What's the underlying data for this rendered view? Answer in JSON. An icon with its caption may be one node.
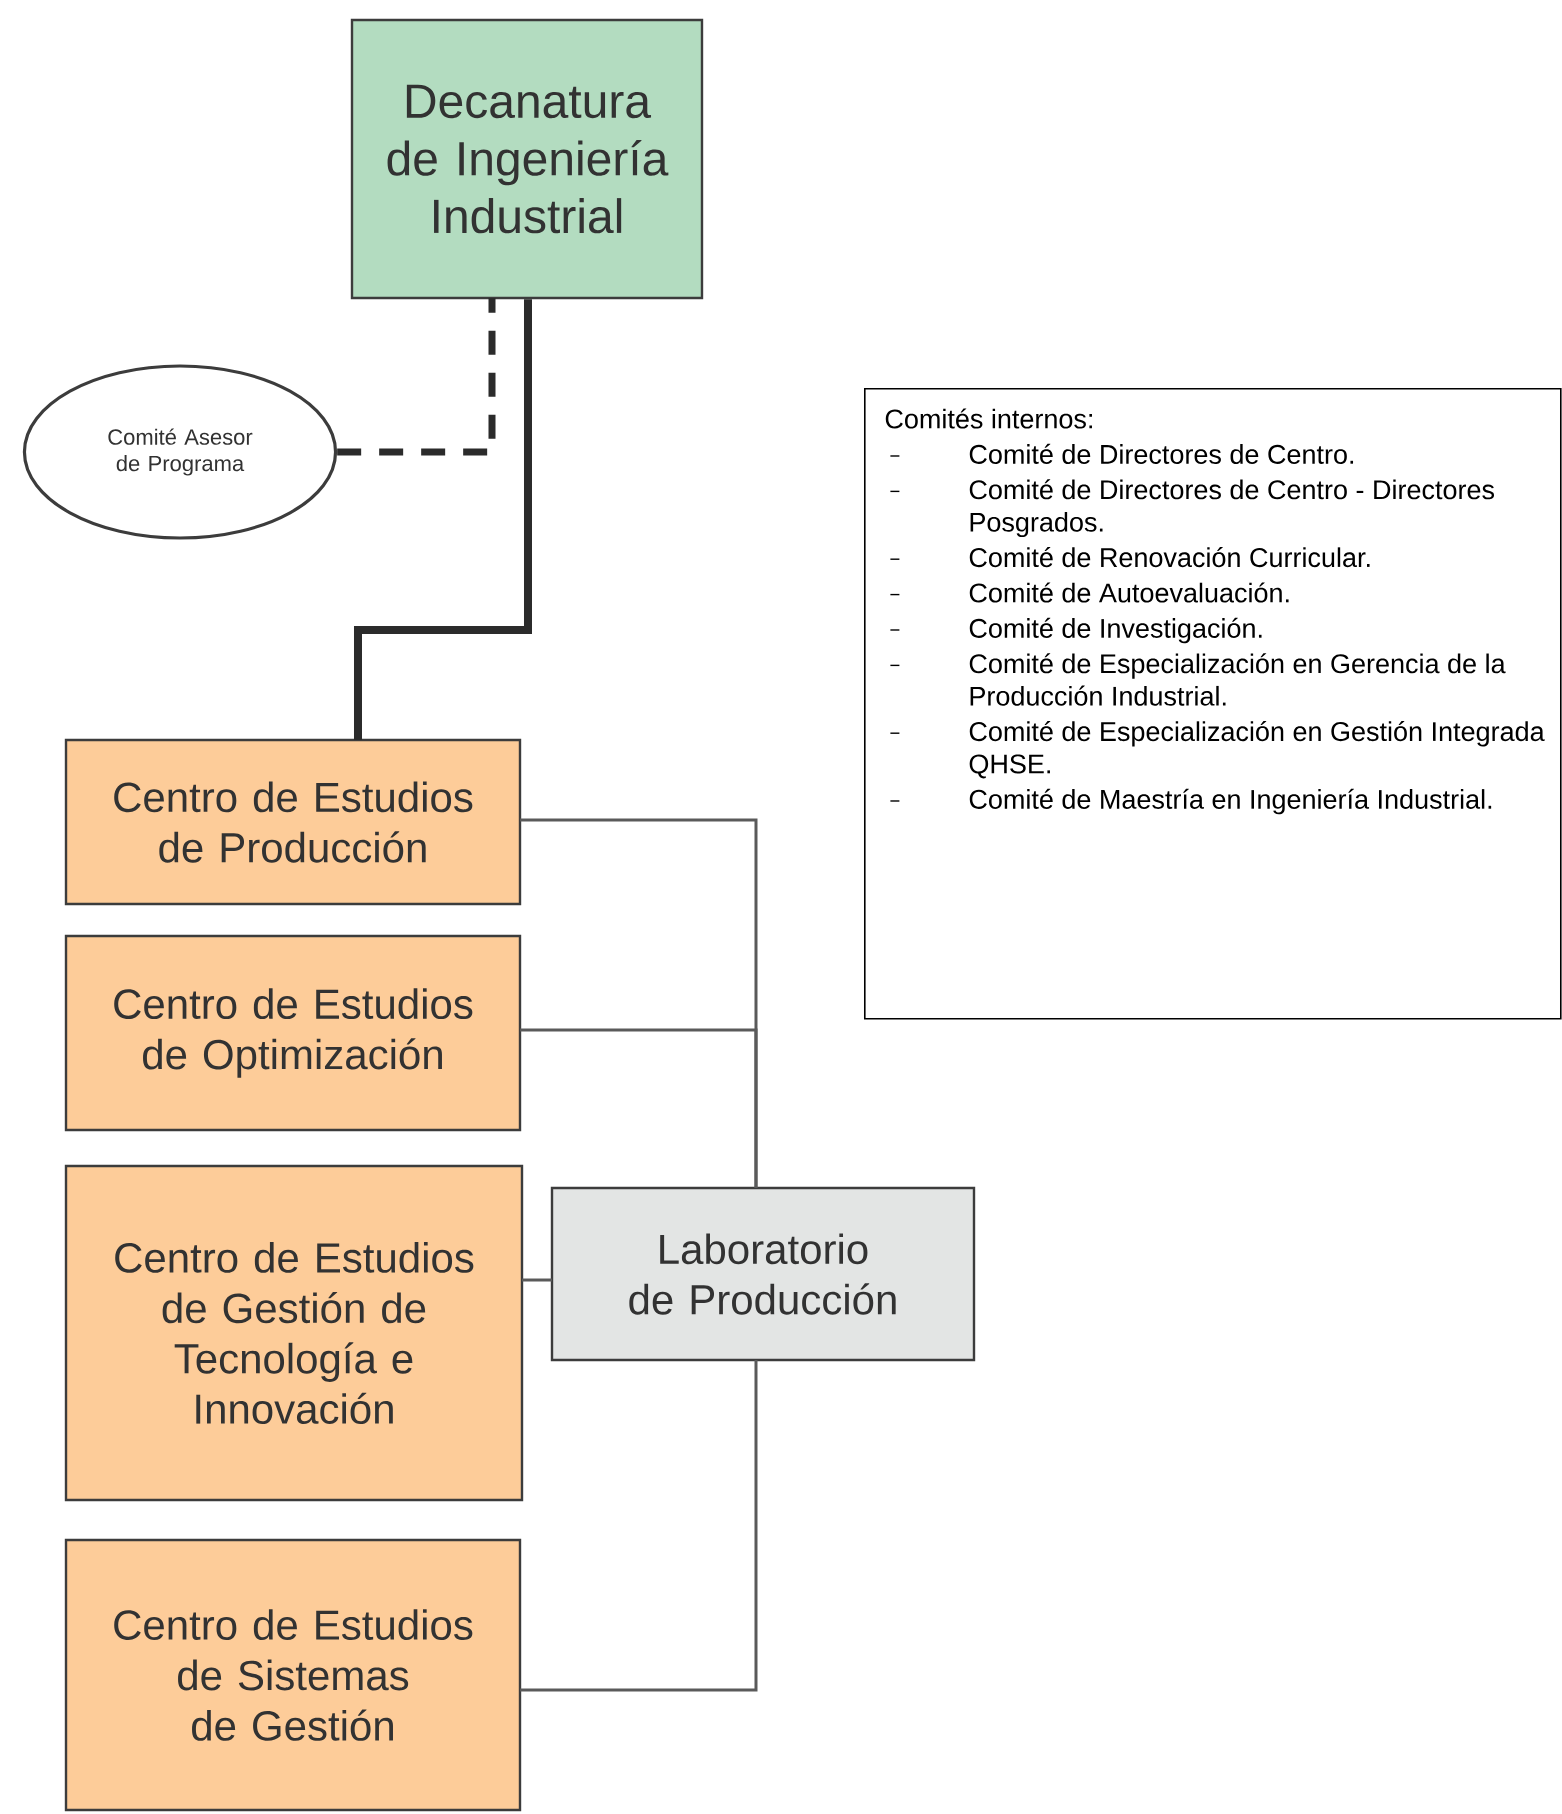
{
  "diagram": {
    "nodes": [
      {
        "text": [
          "Decanatura de Ingeniería Industrial"
        ]
      },
      {
        "text": [
          "Comité Asesor de Programa"
        ]
      },
      {
        "text": [
          "Centro de Estudios de Producción"
        ]
      },
      {
        "text": [
          "Centro de Estudios de Optimización"
        ]
      },
      {
        "text": [
          "Centro de Estudios de Gestión de Tecnología e Innovación"
        ]
      },
      {
        "text": [
          "Centro de Estudios de Sistemas de Gestión"
        ]
      },
      {
        "text": [
          "Laboratorio de Producción"
        ]
      },
      {
        "text": [
          "Comités internos:",
          "Comité de Directores de Centro.",
          "Comité de Directores de Centro - Directores Posgrados.",
          "Comité de Renovación Curricular.",
          "Comité de Autoevaluación.",
          "Comité de Investigación.",
          "Comité de Especialización en Gerencia de la Producción Industrial.",
          "Comité de Especialización en Gestión Integrada QHSE.",
          "Comité de Maestría en Ingeniería Industrial."
        ]
      }
    ],
    "edges": [
      {
        "from": 0,
        "to": 2,
        "arrow": "none",
        "style": "thick",
        "color": "#2b2b2b"
      },
      {
        "from": 1,
        "to": 0,
        "arrow": "none",
        "style": "dashed",
        "color": "#2b2b2b"
      },
      {
        "from": 2,
        "to": 6,
        "arrow": "none"
      },
      {
        "from": 3,
        "to": 6,
        "arrow": "none"
      },
      {
        "from": 4,
        "to": 6,
        "arrow": "none"
      },
      {
        "from": 5,
        "to": 6,
        "arrow": "none"
      }
    ]
  }
}
